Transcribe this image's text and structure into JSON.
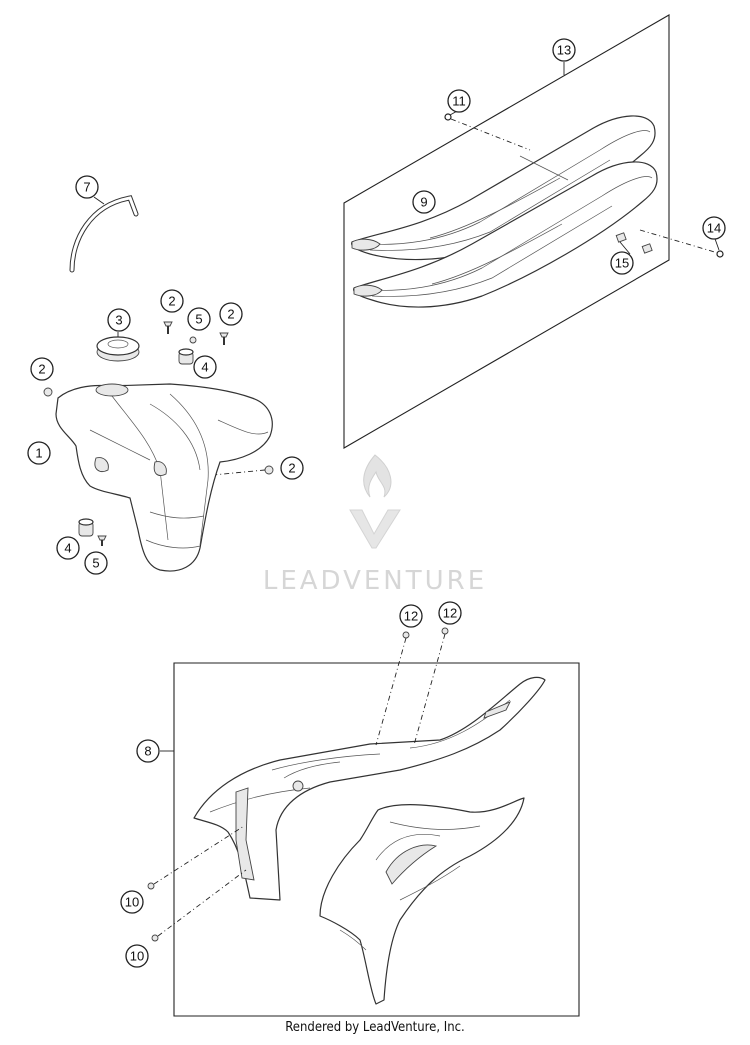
{
  "callouts": {
    "c1": "1",
    "c2a": "2",
    "c2b": "2",
    "c2c": "2",
    "c2d": "2",
    "c3": "3",
    "c4a": "4",
    "c4b": "4",
    "c5a": "5",
    "c5b": "5",
    "c7": "7",
    "c8": "8",
    "c9": "9",
    "c10a": "10",
    "c10b": "10",
    "c11": "11",
    "c12a": "12",
    "c12b": "12",
    "c13": "13",
    "c14": "14",
    "c15": "15"
  },
  "watermark": {
    "brand": "LEADVENTURE"
  },
  "footer": {
    "credit": "Rendered by LeadVenture, Inc."
  }
}
